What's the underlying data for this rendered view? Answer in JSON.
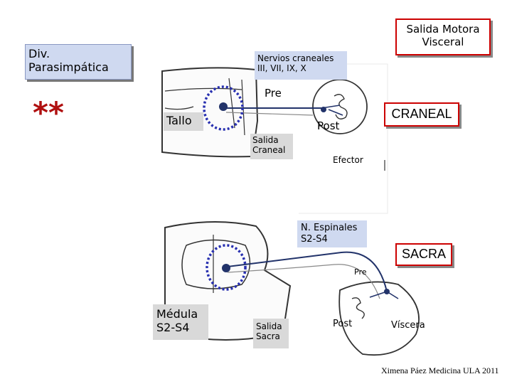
{
  "title_box": {
    "line1": "Div.",
    "line2": "Parasimpática"
  },
  "stars": "**",
  "motor_box": {
    "line1": "Salida Motora",
    "line2": "Visceral"
  },
  "cranial_nerves": {
    "line1": "Nervios craneales",
    "line2": "III, VII, IX, X"
  },
  "labels": {
    "pre_top": "Pre",
    "tallo": "Tallo",
    "post_top": "Post",
    "craneal": "CRANEAL",
    "salida_craneal_1": "Salida",
    "salida_craneal_2": "Craneal",
    "efector": "Efector",
    "n_espinales_1": "N. Espinales",
    "n_espinales_2": "S2-S4",
    "sacra": "SACRA",
    "pre_bottom": "Pre",
    "medula_1": "Médula",
    "medula_2": "S2-S4",
    "salida_sacra_1": "Salida",
    "salida_sacra_2": "Sacra",
    "post_bottom": "Post",
    "viscera": "Víscera"
  },
  "credit": "Ximena Páez Medicina ULA 2011",
  "colors": {
    "blue_box": "#cfd9f0",
    "red_border": "#cc0000",
    "gray_box": "#d9d9d9",
    "star_red": "#b01010",
    "nerve_blue": "#22336a",
    "ring_blue": "#2830b0"
  }
}
